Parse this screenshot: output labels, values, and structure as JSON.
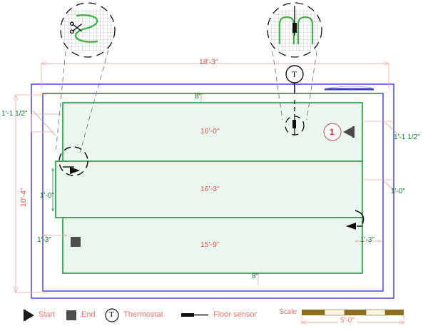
{
  "drawing": {
    "type": "radiant-floor-heating-layout",
    "overall": {
      "width_label": "18'-3\"",
      "height_label": "10'-4\""
    },
    "top_offset": "8\"",
    "bottom_offset": "8\"",
    "left_offsets": [
      "1'-1 1/2\"",
      "1'-0\"",
      "1'-3\""
    ],
    "right_offsets": [
      "1'-1 1/2\"",
      "1'-0\"",
      "1'-3\""
    ],
    "mats": [
      {
        "name": "mat-zone-1",
        "label": "16'-0\""
      },
      {
        "name": "mat-zone-2",
        "label": "16'-3\""
      },
      {
        "name": "mat-zone-3",
        "label": "15'-9\""
      }
    ],
    "callout": {
      "number": "1"
    },
    "thermostat_glyph": "T",
    "details": [
      {
        "name": "detail-cut-cable",
        "icon": "scissors-icon"
      },
      {
        "name": "detail-floor-sensor",
        "icon": "sensor-icon"
      }
    ]
  },
  "legend": {
    "items": [
      {
        "icon": "start-triangle-icon",
        "label": "Start"
      },
      {
        "icon": "end-square-icon",
        "label": "End"
      },
      {
        "icon": "thermostat-circle-icon",
        "label": "Thermostat"
      },
      {
        "icon": "floor-sensor-line-icon",
        "label": "Floor sensor"
      }
    ]
  },
  "scale": {
    "title": "Scale",
    "value": "5'-0\""
  },
  "colors": {
    "wall": "#3a3ad0",
    "mat_stroke": "#14a03c",
    "mat_fill": "#eaf7ee",
    "dim_red": "#d9534f",
    "dim_line": "#f2a9a6",
    "dim_green": "#0a7a2f",
    "legend_text": "#f1756f",
    "end_marker": "#4d4d4d",
    "scale_dark": "#8a6d1f",
    "scale_light": "#f2ead4"
  }
}
